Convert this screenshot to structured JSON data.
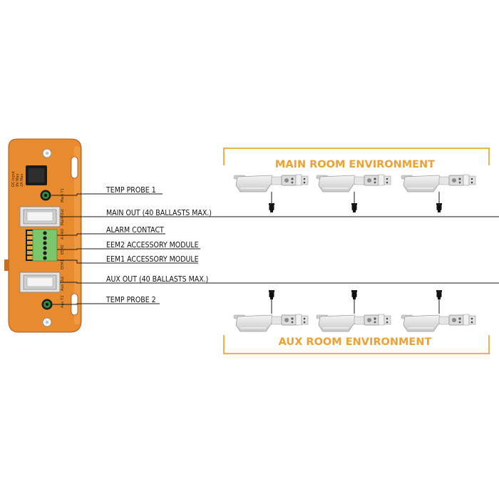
{
  "colors": {
    "controller_body": "#e88a2e",
    "bracket_accent": "#f0b04a",
    "wire": "#1a1a1a",
    "connector_green": "#7bc86c"
  },
  "controller": {
    "port_labels": {
      "dc_input": "DC Input",
      "dc_spec_1": "9V Max",
      "dc_spec_2": "2A Max",
      "t1": "Main T1",
      "main_out": "Main Out",
      "alarm": "A+NO",
      "eem2": "EEM2",
      "eem1": "EEM1",
      "aux_out": "Aux Out",
      "t2": "Aux T2"
    }
  },
  "labels": {
    "temp_probe_1": "TEMP PROBE 1",
    "main_out": "MAIN OUT (40 BALLASTS MAX.)",
    "alarm_contact": "ALARM CONTACT",
    "eem2": "EEM2 ACCESSORY MODULE",
    "eem1": "EEM1 ACCESSORY MODULE",
    "aux_out": "AUX OUT (40 BALLASTS MAX.)",
    "temp_probe_2": "TEMP PROBE 2"
  },
  "rooms": {
    "main": "MAIN ROOM ENVIRONMENT",
    "aux": "AUX ROOM ENVIRONMENT"
  }
}
